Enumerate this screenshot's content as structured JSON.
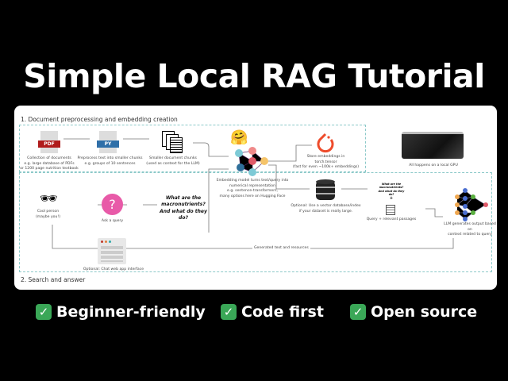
{
  "title": "Simple Local RAG Tutorial",
  "diagram": {
    "section1": "1. Document preprocessing and embedding creation",
    "section2": "2. Search and answer",
    "pdf_label": "PDF",
    "py_label": "PY",
    "docs_caption": [
      "Collection of documents",
      "e.g. large database of PDFs",
      "or 1200 page nutrition textbook"
    ],
    "preprocess_caption": [
      "Preprocess text into smaller chunks",
      "e.g. groups of 10 sentences"
    ],
    "chunks_caption": [
      "Smaller document chunks",
      "(used as context for the LLM)"
    ],
    "embedding_caption": [
      "Embedding model turns text/query into",
      "numerical representation",
      "e.g. sentence-transformers,",
      "many options here on Hugging Face"
    ],
    "store_caption": [
      "Store embeddings in",
      "torch.tensor",
      "(fast for even ~100k+ embeddings)"
    ],
    "gpu_caption": "All happens on a local GPU",
    "person_caption": [
      "Cool person",
      "(maybe you!)"
    ],
    "ask_caption": "Ask a query",
    "query_text": [
      "What are the",
      "macronutrients?",
      "And what do they do?"
    ],
    "vector_caption": [
      "Optional: Use a vector database/index",
      "if your dataset is really large."
    ],
    "small_query": [
      "What are the",
      "macronutrients?",
      "And what do they",
      "do?"
    ],
    "plus": "+",
    "passages_caption": "Query + relevant passages",
    "llm_caption": [
      "LLM generates output based on",
      "context related to query"
    ],
    "return_label": "Generated text and resources",
    "webapp_caption": "Optional: Chat web app interface"
  },
  "features": [
    {
      "icon": "check-icon",
      "label": "Beginner-friendly"
    },
    {
      "icon": "check-icon",
      "label": "Code first"
    },
    {
      "icon": "check-icon",
      "label": "Open source"
    }
  ],
  "colors": {
    "background": "#000000",
    "pdf": "#b01c1c",
    "py": "#2f6fa8",
    "pytorch": "#ee4c2c",
    "query_icon": "#e85aa8",
    "check": "#3aa757",
    "dashed": "#8cc9c9"
  }
}
